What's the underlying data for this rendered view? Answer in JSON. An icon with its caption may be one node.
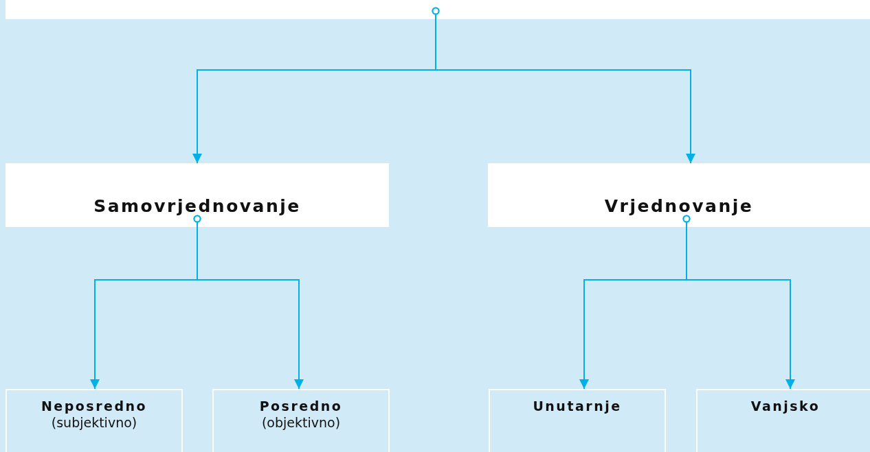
{
  "diagram": {
    "nodes": [
      {
        "text": [],
        "shape": "box"
      },
      {
        "text": [
          "Samovrjednovanje"
        ]
      },
      {
        "text": [
          "Vrjednovanje"
        ]
      },
      {
        "text": [
          "Neposredno",
          "(subjektivno)"
        ]
      },
      {
        "text": [
          "Posredno",
          "(objektivno)"
        ]
      },
      {
        "text": [
          "Unutarnje"
        ]
      },
      {
        "text": [
          "Vanjsko"
        ]
      }
    ],
    "edges": [
      {
        "from": 0,
        "to": 1,
        "arrow": "to"
      },
      {
        "from": 0,
        "to": 2,
        "arrow": "to"
      },
      {
        "from": 1,
        "to": 3,
        "arrow": "to"
      },
      {
        "from": 1,
        "to": 4,
        "arrow": "to"
      },
      {
        "from": 2,
        "to": 5,
        "arrow": "to"
      },
      {
        "from": 2,
        "to": 6,
        "arrow": "to"
      }
    ]
  }
}
